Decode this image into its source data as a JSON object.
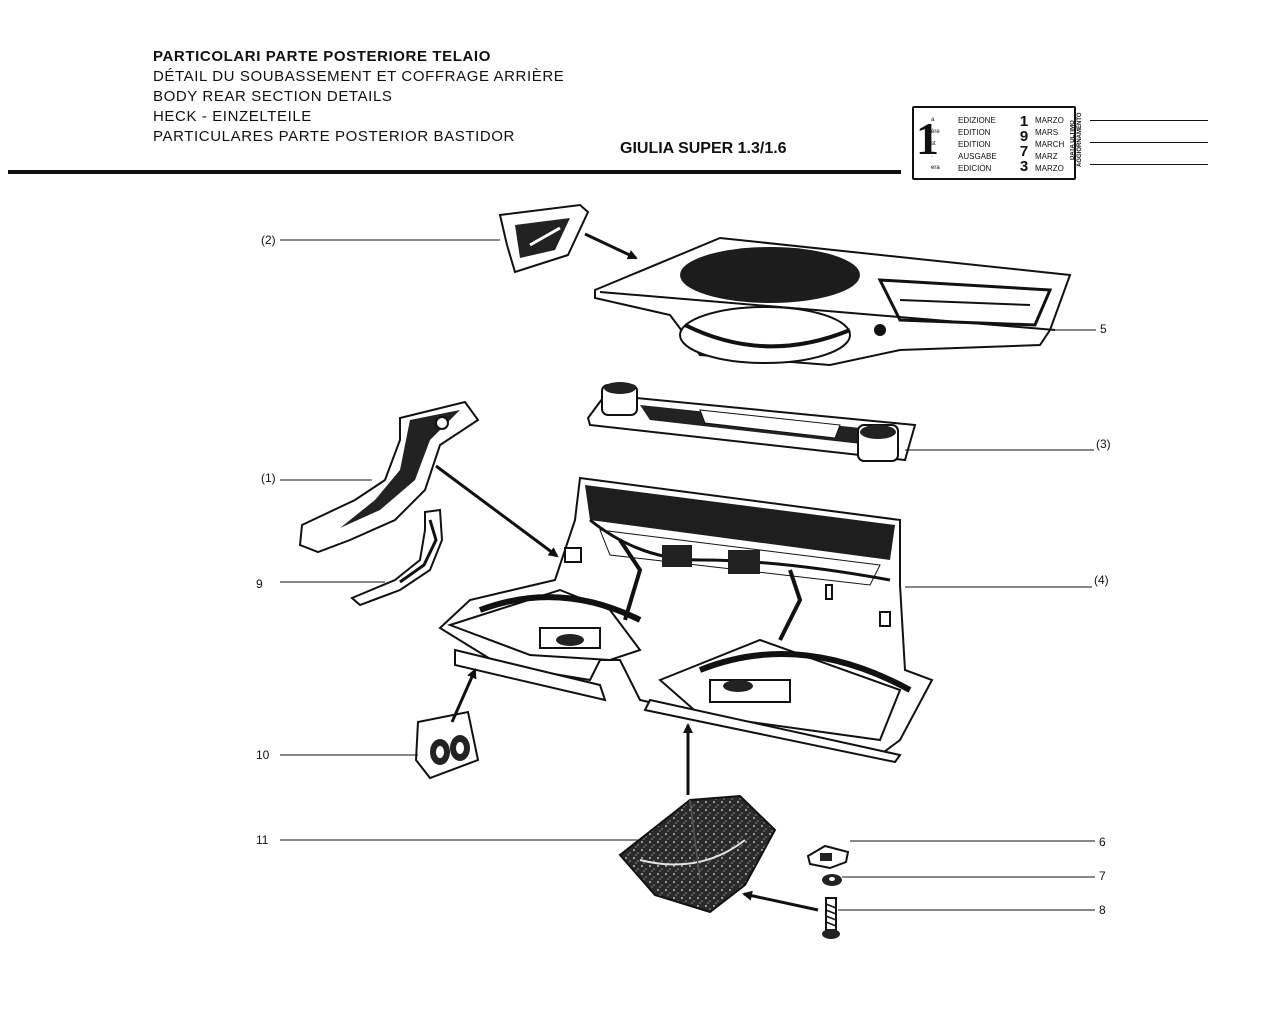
{
  "header": {
    "title_lines": [
      "PARTICOLARI PARTE POSTERIORE TELAIO",
      "DÉTAIL DU SOUBASSEMENT ET COFFRAGE ARRIÈRE",
      "BODY REAR SECTION DETAILS",
      "HECK - EINZELTEILE",
      "PARTICULARES PARTE POSTERIOR BASTIDOR"
    ],
    "model": "GIULIA SUPER 1.3/1.6"
  },
  "edition_box": {
    "number": "1",
    "suffixes": [
      "a",
      "ère",
      "st",
      ".",
      "era"
    ],
    "words": [
      "EDIZIONE",
      "EDITION",
      "EDITION",
      "AUSGABE",
      "EDICION"
    ],
    "year_digits": [
      "1",
      "9",
      "7",
      "3"
    ],
    "months": [
      "MARZO",
      "MARS",
      "MARCH",
      "MARZ",
      "MARZO"
    ],
    "update_label": "DATA ULTIMO AGGIORNAMENTO"
  },
  "callouts": [
    {
      "id": "c1",
      "label": "(1)"
    },
    {
      "id": "c2",
      "label": "(2)"
    },
    {
      "id": "c3",
      "label": "(3)"
    },
    {
      "id": "c4",
      "label": "(4)"
    },
    {
      "id": "c5",
      "label": "5"
    },
    {
      "id": "c6",
      "label": "6"
    },
    {
      "id": "c7",
      "label": "7"
    },
    {
      "id": "c8",
      "label": "8"
    },
    {
      "id": "c9",
      "label": "9"
    },
    {
      "id": "c10",
      "label": "10"
    },
    {
      "id": "c11",
      "label": "11"
    }
  ]
}
